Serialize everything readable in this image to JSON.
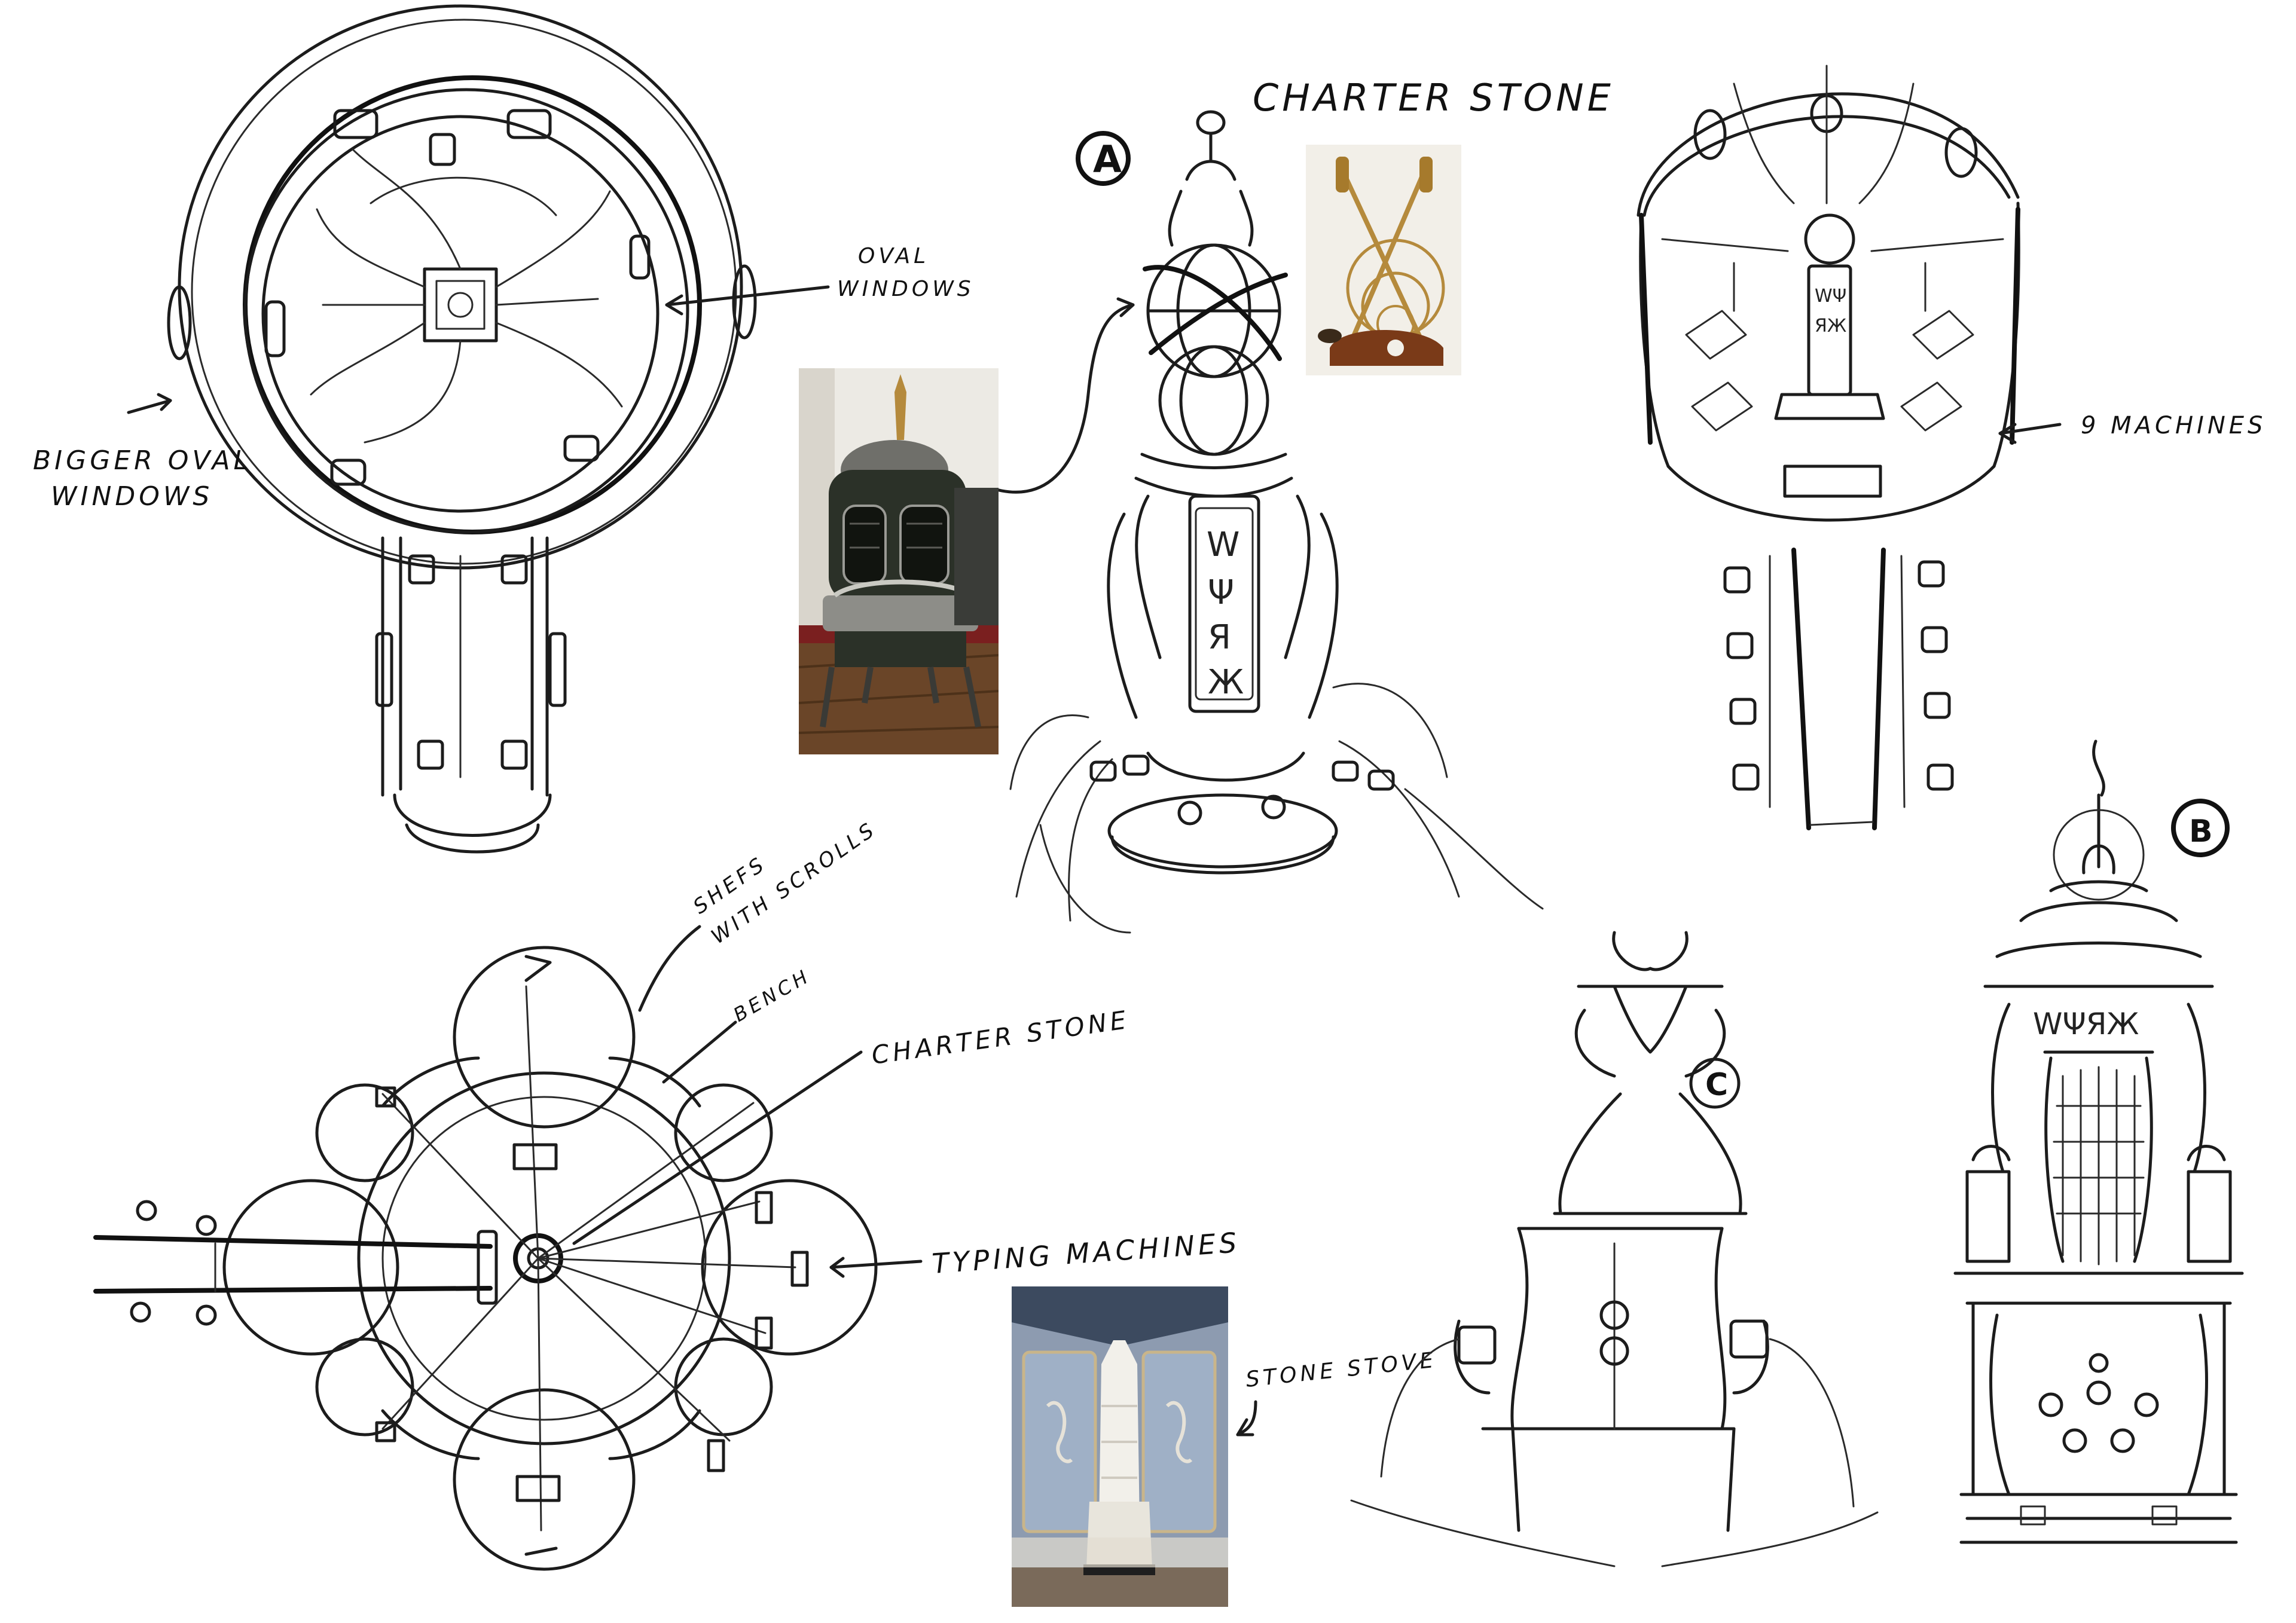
{
  "sheet": {
    "labels": {
      "oval_windows": [
        "OVAL",
        "WINDOWS"
      ],
      "bigger_oval_windows": [
        "BIGGER OVAL",
        "WINDOWS"
      ],
      "charter_stone_title": "CHARTER STONE",
      "variant_a": "A",
      "nine_machines": "9 MACHINES",
      "shelfs_with_scrolls": [
        "SHEFS",
        "WITH SCROLLS"
      ],
      "bench": "BENCH",
      "charter_stone_plan": "CHARTER STONE",
      "typing_machines": "TYPING MACHINES",
      "stone_stove": "STONE STOVE",
      "variant_c": "C",
      "variant_b": "B",
      "glyphs": "WΨЯЖ"
    }
  },
  "colors": {
    "ink": "#1c1c1c",
    "paper": "#ffffff",
    "stove_dark": "#2b3128",
    "wood_floor": "#6a4528",
    "brass": "#b58a3c",
    "room_blue": "#8d9bb0"
  },
  "photos": [
    "iron-stove-photo",
    "brass-instrument-photo",
    "tiled-stove-room-photo"
  ]
}
